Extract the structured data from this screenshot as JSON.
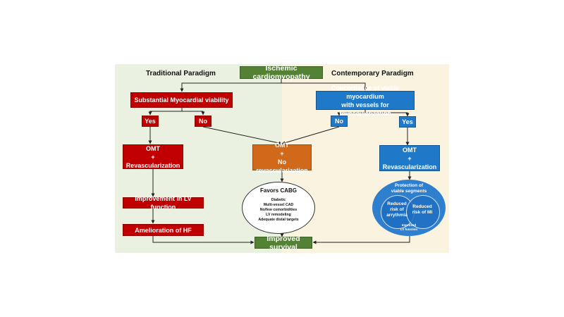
{
  "top": {
    "label": "Ischemic cardiomyopathy"
  },
  "left": {
    "heading": "Traditional Paradigm",
    "viability_label": "Substantial Myocardial viability",
    "yes_label": "Yes",
    "no_label": "No",
    "revasc_label": "OMT\n+\nRevascularization",
    "lv_label": "Improvement in LV function",
    "hf_label": "Amelioration of HF"
  },
  "right": {
    "heading": "Contemporary Paradigm",
    "concordance_label": "Concordance of viable myocardium\nwith vessels for revascularization",
    "no_label": "No",
    "yes_label": "Yes",
    "revasc_label": "OMT\n+\nRevascularization",
    "protection_label": "Protection of\nviable segments",
    "arrhythmia_label": "Reduced\nrisk of\narrythmia",
    "mi_label": "Reduced\nrisk of MI",
    "lv_label": "Improved\nLV function"
  },
  "center": {
    "no_revasc_label": "OMT\n+\nNo revascularization",
    "cabg_title": "Favors CABG",
    "cabg_items": "Diabetic\nMulti-vessel CAD\nNo/few comorbidities\nLV remodeling\nAdequate distal targets"
  },
  "bottom": {
    "label": "Improved survival"
  },
  "colors": {
    "red": "#c00000",
    "blue": "#1f78c8",
    "orange": "#d0691a",
    "green": "#548235",
    "left_panel": "#eaf1e0",
    "right_panel": "#faf3e0"
  }
}
